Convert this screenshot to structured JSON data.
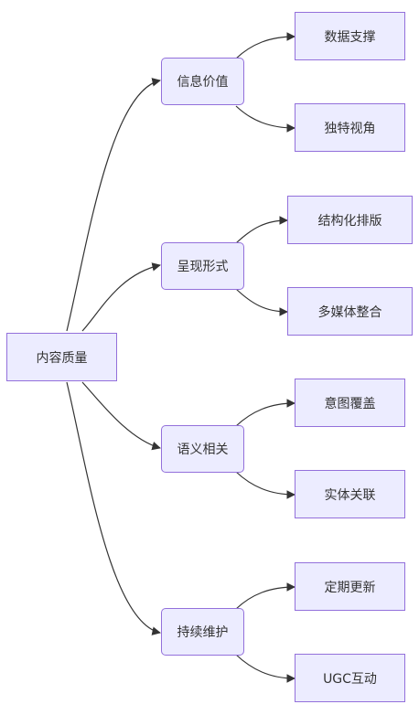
{
  "diagram": {
    "root": {
      "label": "内容质量"
    },
    "branches": [
      {
        "label": "信息价值",
        "children": [
          "数据支撑",
          "独特视角"
        ]
      },
      {
        "label": "呈现形式",
        "children": [
          "结构化排版",
          "多媒体整合"
        ]
      },
      {
        "label": "语义相关",
        "children": [
          "意图覆盖",
          "实体关联"
        ]
      },
      {
        "label": "持续维护",
        "children": [
          "定期更新",
          "UGC互动"
        ]
      }
    ]
  },
  "colors": {
    "node_fill": "#ececff",
    "node_border": "#9370db",
    "edge": "#333333",
    "text": "#333333"
  }
}
